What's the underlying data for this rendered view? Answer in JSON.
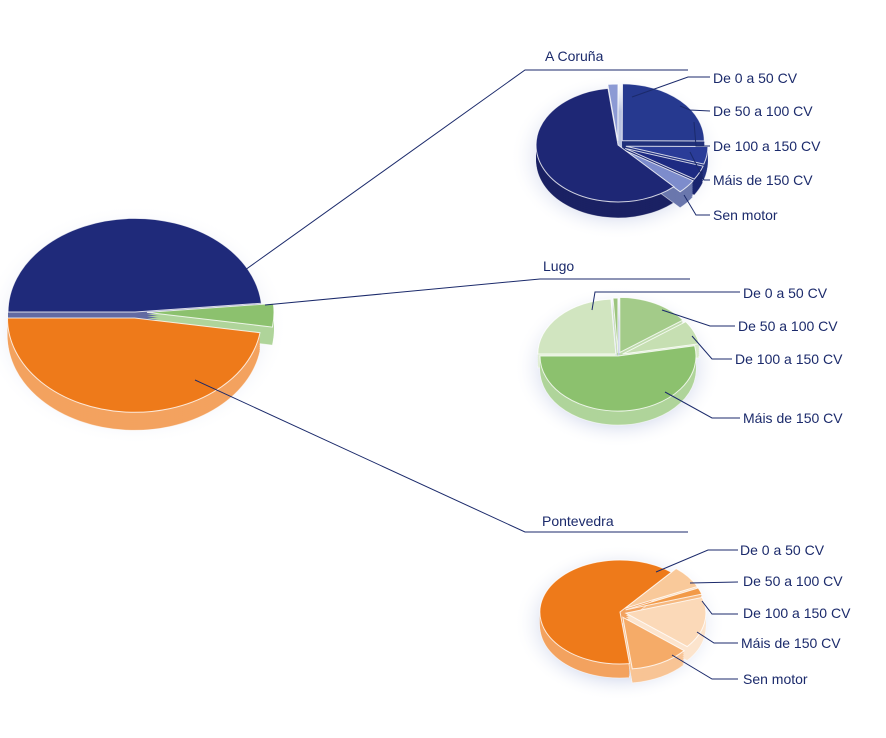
{
  "chart_data": [
    {
      "type": "pie",
      "id": "total",
      "title": "",
      "slices": [
        {
          "label": "A Coruña",
          "value": 48.5,
          "color": "#1f2a7a"
        },
        {
          "label": "Lugo",
          "value": 4,
          "color": "#8cc16e"
        },
        {
          "label": "Pontevedra",
          "value": 47.5,
          "color": "#ee7a1a"
        }
      ]
    },
    {
      "type": "pie",
      "id": "coruna",
      "title": "A Coruña",
      "slices": [
        {
          "label": "De 0 a 50 CV",
          "value": 2,
          "color": "#8c9ad4"
        },
        {
          "label": "De 50 a 100 CV",
          "value": 25,
          "color": "#26398f"
        },
        {
          "label": "De 100 a 150 CV",
          "value": 5,
          "color": "#2a3c98"
        },
        {
          "label": "Máis de 150 CV",
          "value": 4,
          "color": "#1d2a82"
        },
        {
          "label": "Sen motor",
          "value": 4,
          "color": "#7d8ccc"
        },
        {
          "label": "",
          "value": 60,
          "color": "#1e2775"
        }
      ]
    },
    {
      "type": "pie",
      "id": "lugo",
      "title": "Lugo",
      "slices": [
        {
          "label": "De 0 a 50 CV",
          "value": 24,
          "color": "#d1e5c0"
        },
        {
          "label": "",
          "value": 1,
          "color": "#9cc47e"
        },
        {
          "label": "De 50 a 100 CV",
          "value": 15,
          "color": "#a3cb89"
        },
        {
          "label": "De 100 a 150 CV",
          "value": 7,
          "color": "#c6dfb2"
        },
        {
          "label": "Máis de 150 CV",
          "value": 53,
          "color": "#8cc16e"
        }
      ]
    },
    {
      "type": "pie",
      "id": "pontevedra",
      "title": "Pontevedra",
      "slices": [
        {
          "label": "De 50 a 100 CV",
          "value": 7,
          "color": "#f9c99a"
        },
        {
          "label": "De 100 a 150 CV",
          "value": 2,
          "color": "#f29a48"
        },
        {
          "label": "Máis de 150 CV",
          "value": 16,
          "color": "#fbd9b8"
        },
        {
          "label": "Sen motor",
          "value": 12,
          "color": "#f5ab68"
        },
        {
          "label": "De 0 a 50 CV",
          "value": 63,
          "color": "#ee7a1a"
        }
      ]
    }
  ]
}
